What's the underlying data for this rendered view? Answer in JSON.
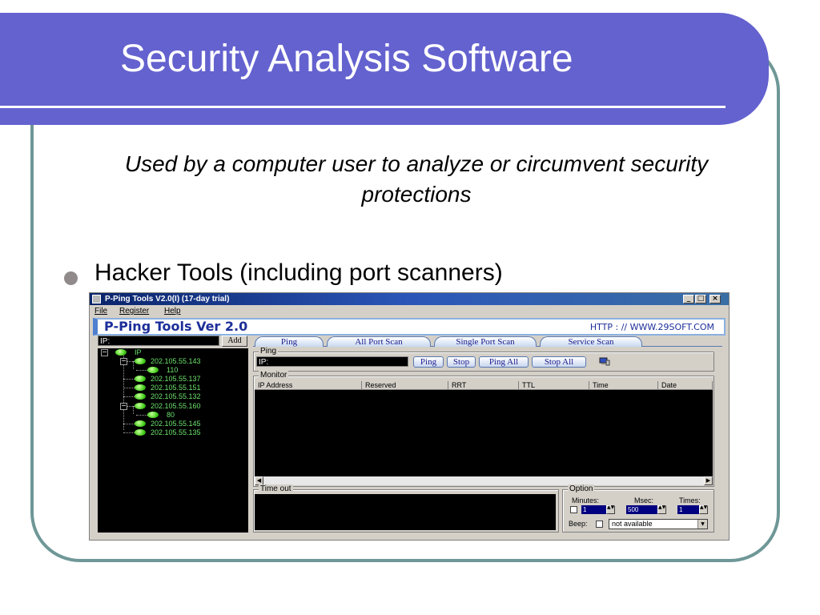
{
  "slide": {
    "title": "Security Analysis Software",
    "subtitle": "Used by a computer user to analyze or circumvent security protections",
    "bullet": "Hacker Tools (including port scanners)"
  },
  "window": {
    "title": "P-Ping Tools V2.0(I)  (17-day trial)",
    "controls": {
      "minimize": "_",
      "maximize": "□",
      "close": "×"
    },
    "menu": [
      "File",
      "Register",
      "Help"
    ],
    "app_name": "P-Ping Tools Ver 2.0",
    "app_url": "HTTP : // WWW.29SOFT.COM"
  },
  "left_panel": {
    "ip_label": "IP:",
    "add_button": "Add",
    "tree_root": "IP",
    "tree_nodes": [
      "202.105.55.143",
      "110",
      "202.105.55.137",
      "202.105.55.151",
      "202.105.55.132",
      "202.105.55.160",
      "80",
      "202.105.55.145",
      "202.105.55.135"
    ]
  },
  "tabs": [
    "Ping",
    "All Port Scan",
    "Single Port Scan",
    "Service Scan"
  ],
  "ping_group": {
    "label": "Ping",
    "ip_label": "IP:",
    "buttons": [
      "Ping",
      "Stop",
      "Ping All",
      "Stop All"
    ]
  },
  "monitor": {
    "label": "Monitor",
    "columns": [
      "IP Address",
      "Reserved",
      "RRT",
      "TTL",
      "Time",
      "Date"
    ]
  },
  "timeout": {
    "label": "Time out"
  },
  "option": {
    "label": "Option",
    "minutes_label": "Minutes:",
    "minutes_value": "1",
    "msec_label": "Msec:",
    "msec_value": "500",
    "times_label": "Times:",
    "times_value": "1",
    "beep_label": "Beep:",
    "beep_value": "not available"
  },
  "colors": {
    "title_band": "#6462cf",
    "frame": "#6f9797",
    "bullet": "#908a8a",
    "app_title": "#1d2f9a",
    "tree_text": "#6de46d"
  }
}
